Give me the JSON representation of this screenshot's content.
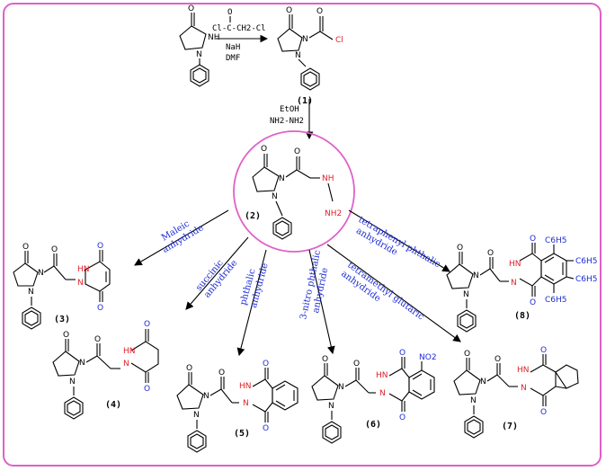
{
  "step1": {
    "reagent_line1": "O",
    "reagent_line2": "Cl-C-CH2-Cl",
    "reagent_line3": "NaH",
    "reagent_line4": "DMF"
  },
  "step2": {
    "reagent_line1": "EtOH",
    "reagent_line2": "NH2-NH2"
  },
  "compounds": {
    "c1": "(1)",
    "c2": "(2)",
    "c3": "(3)",
    "c4": "(4)",
    "c5": "(5)",
    "c6": "(6)",
    "c7": "(7)",
    "c8": "(8)"
  },
  "routes": {
    "maleic_1": "Maleic",
    "maleic_2": "anhydride",
    "succinic_1": "succinic",
    "succinic_2": "anhydride",
    "phthalic_1": "phthalic",
    "phthalic_2": "anhydride",
    "nitro_1": "3-nitro phthalic",
    "nitro_2": "anhydride",
    "glutaric_1": "tetramethyl glutaric",
    "glutaric_2": "anhydride",
    "tetraphenyl_1": "tetraphenyl phthalic",
    "tetraphenyl_2": "anhydride"
  },
  "atoms": {
    "O": "O",
    "N": "N",
    "NH": "NH",
    "HN": "HN",
    "NH2": "NH2",
    "Cl": "Cl",
    "NO2": "NO2",
    "C6H5": "C6H5"
  },
  "colors": {
    "frame": "#e060c8",
    "highlight_circle": "#e060c8",
    "heteroatom_red": "#e0202a",
    "reagent_blue": "#1c2bd4"
  }
}
